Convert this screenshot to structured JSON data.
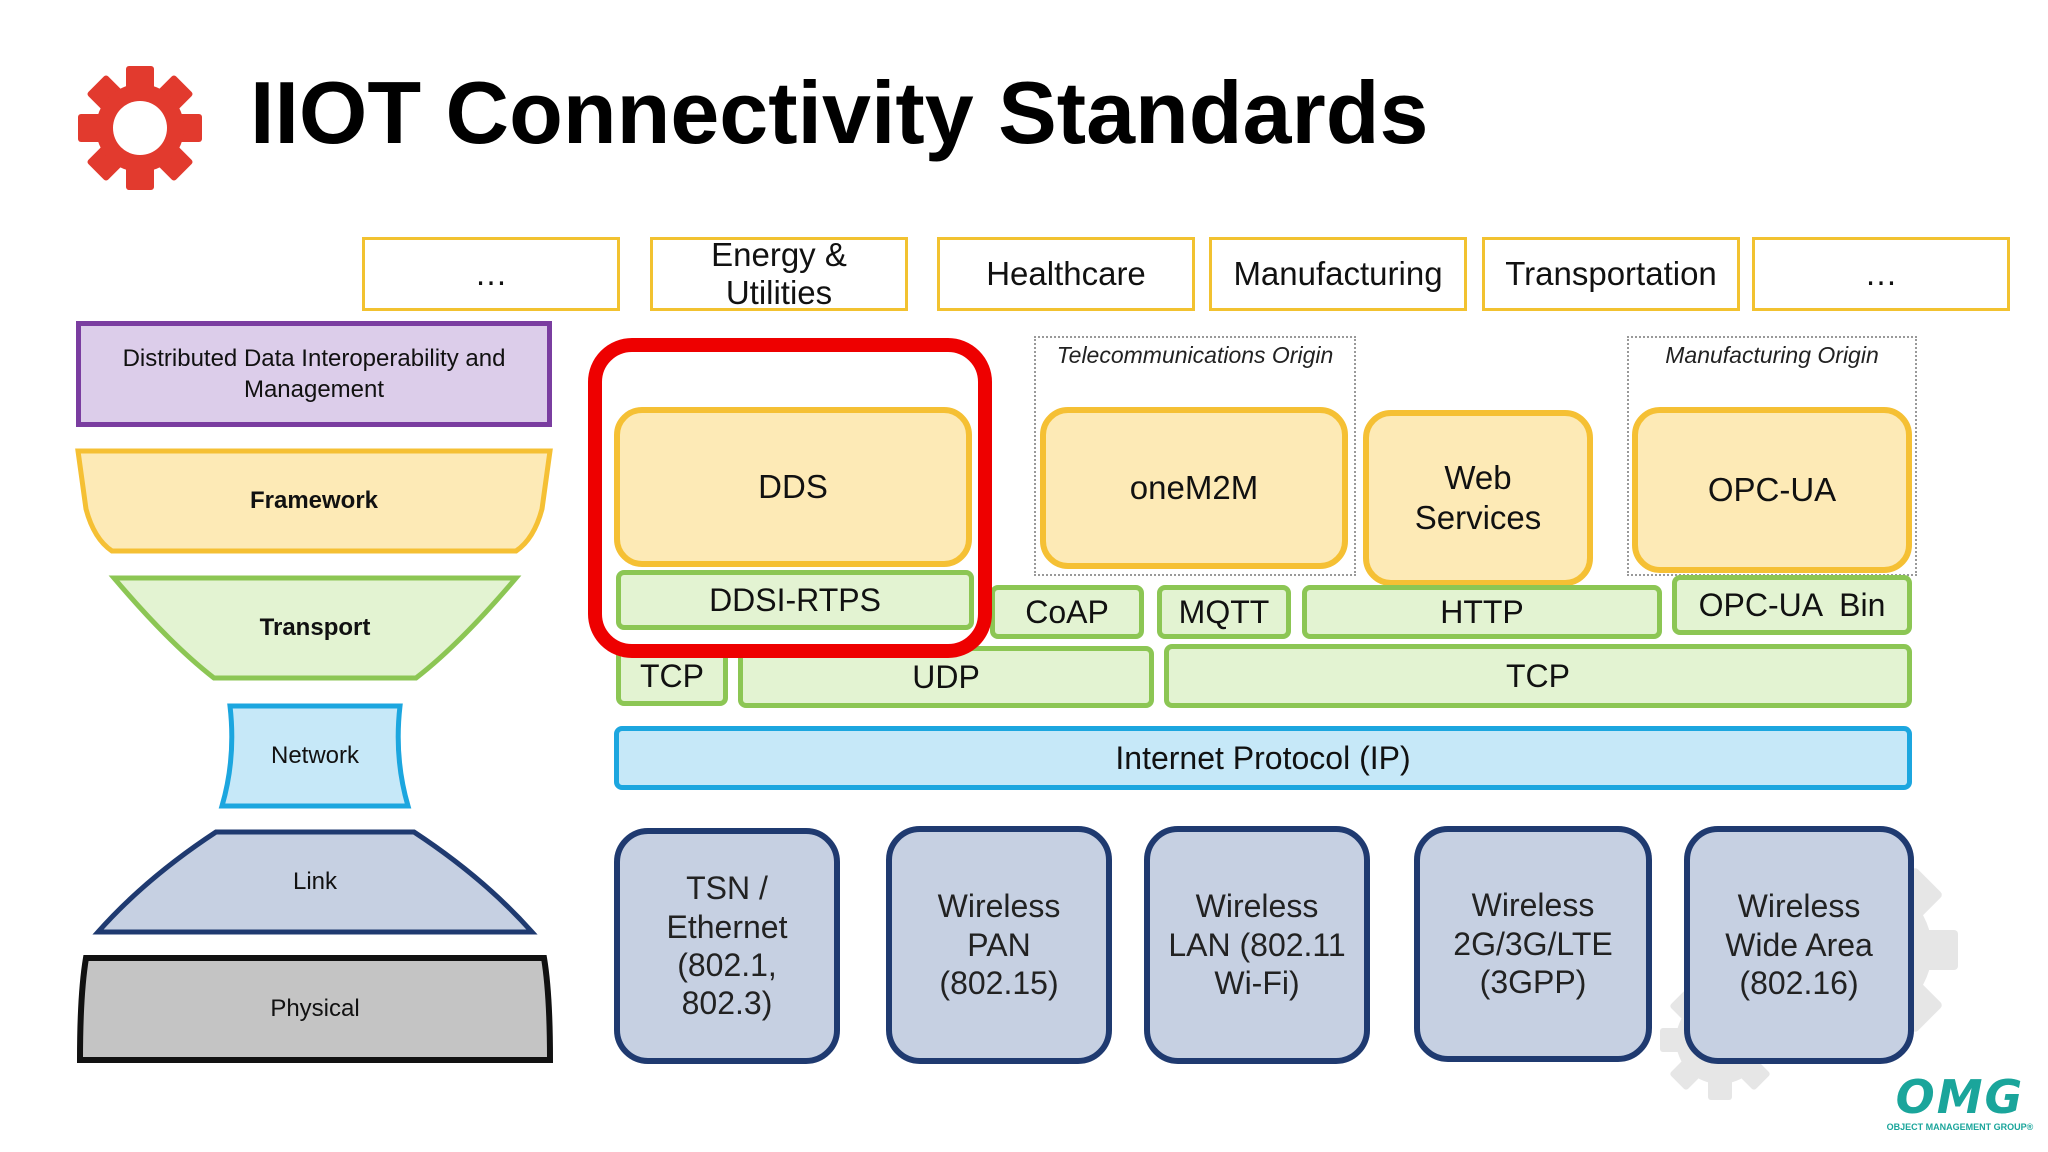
{
  "title": "IIOT Connectivity Standards",
  "industries": [
    "…",
    "Energy & Utilities",
    "Healthcare",
    "Manufacturing",
    "Transportation",
    "…"
  ],
  "origins": {
    "telecom": "Telecommunications Origin",
    "manufacturing": "Manufacturing Origin"
  },
  "layers": {
    "ddim": "Distributed Data Interoperability and Management",
    "framework": "Framework",
    "transport": "Transport",
    "network": "Network",
    "link": "Link",
    "physical": "Physical"
  },
  "frameworks": {
    "dds": "DDS",
    "onem2m": "oneM2M",
    "web_services": "Web Services",
    "opc_ua": "OPC-UA"
  },
  "transport_protocols": {
    "ddsi_rtps": "DDSI-RTPS",
    "coap": "CoAP",
    "mqtt": "MQTT",
    "http": "HTTP",
    "opc_ua_bin": "OPC-UA  Bin",
    "tcp_left": "TCP",
    "udp": "UDP",
    "tcp_right": "TCP"
  },
  "network_protocol": "Internet Protocol (IP)",
  "physical_links": [
    "TSN / Ethernet (802.1, 802.3)",
    "Wireless PAN (802.15)",
    "Wireless LAN (802.11 Wi-Fi)",
    "Wireless 2G/3G/LTE (3GPP)",
    "Wireless Wide Area (802.16)"
  ],
  "logo": {
    "text": "OMG",
    "subtitle": "OBJECT MANAGEMENT GROUP®"
  },
  "colors": {
    "gear_red": "#e23a2e",
    "highlight_red": "#ee0000",
    "industry_border": "#f2c230",
    "framework_fill": "#fdeab6",
    "framework_border": "#f5c034",
    "transport_fill": "#e3f3d2",
    "transport_border": "#8cc654",
    "network_fill": "#c6e8f8",
    "network_border": "#1ca6df",
    "link_fill": "#c6d0e2",
    "link_border": "#1f3a70",
    "ddim_fill": "#dccdea",
    "ddim_border": "#7a3da0",
    "physical_fill": "#c4c4c4",
    "logo_teal": "#1aa59b"
  }
}
